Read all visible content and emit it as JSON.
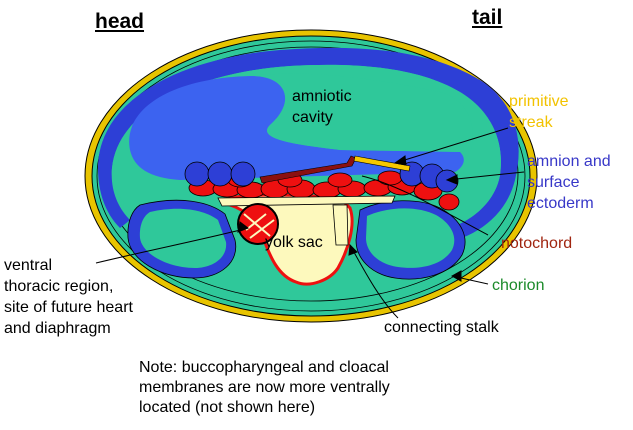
{
  "headings": {
    "head": "head",
    "tail": "tail"
  },
  "labels": {
    "amniotic_cavity": [
      "amniotic",
      "cavity"
    ],
    "primitive_streak": [
      "primitive",
      "streak"
    ],
    "amnion_surface_ectoderm": [
      "amnion and",
      "surface",
      "ectoderm"
    ],
    "notochord": "notochord",
    "yolk_sac": "yolk sac",
    "ventral_thoracic": [
      "ventral",
      "thoracic region,",
      "site of future heart",
      "and diaphragm"
    ],
    "chorion": "chorion",
    "connecting_stalk": "connecting stalk"
  },
  "note": [
    "Note:  buccopharyngeal and cloacal",
    "membranes are now more ventrally",
    "located (not shown here)"
  ],
  "colors": {
    "chorion": "#e8c400",
    "green_ring": "#3aa46a",
    "outer_fill": "#2fc89a",
    "amnion_blue": "#2d3fd6",
    "cavity_blue": "#3c63f0",
    "mesoderm_red": "#ee1010",
    "yolk_fill": "#fdf9bd",
    "notochord": "#8b1010",
    "streak": "#f6c800",
    "label_amnion": "#3838c8",
    "label_notochord": "#a02510",
    "label_chorion": "#1b8a2a",
    "label_streak": "#f2c200"
  }
}
